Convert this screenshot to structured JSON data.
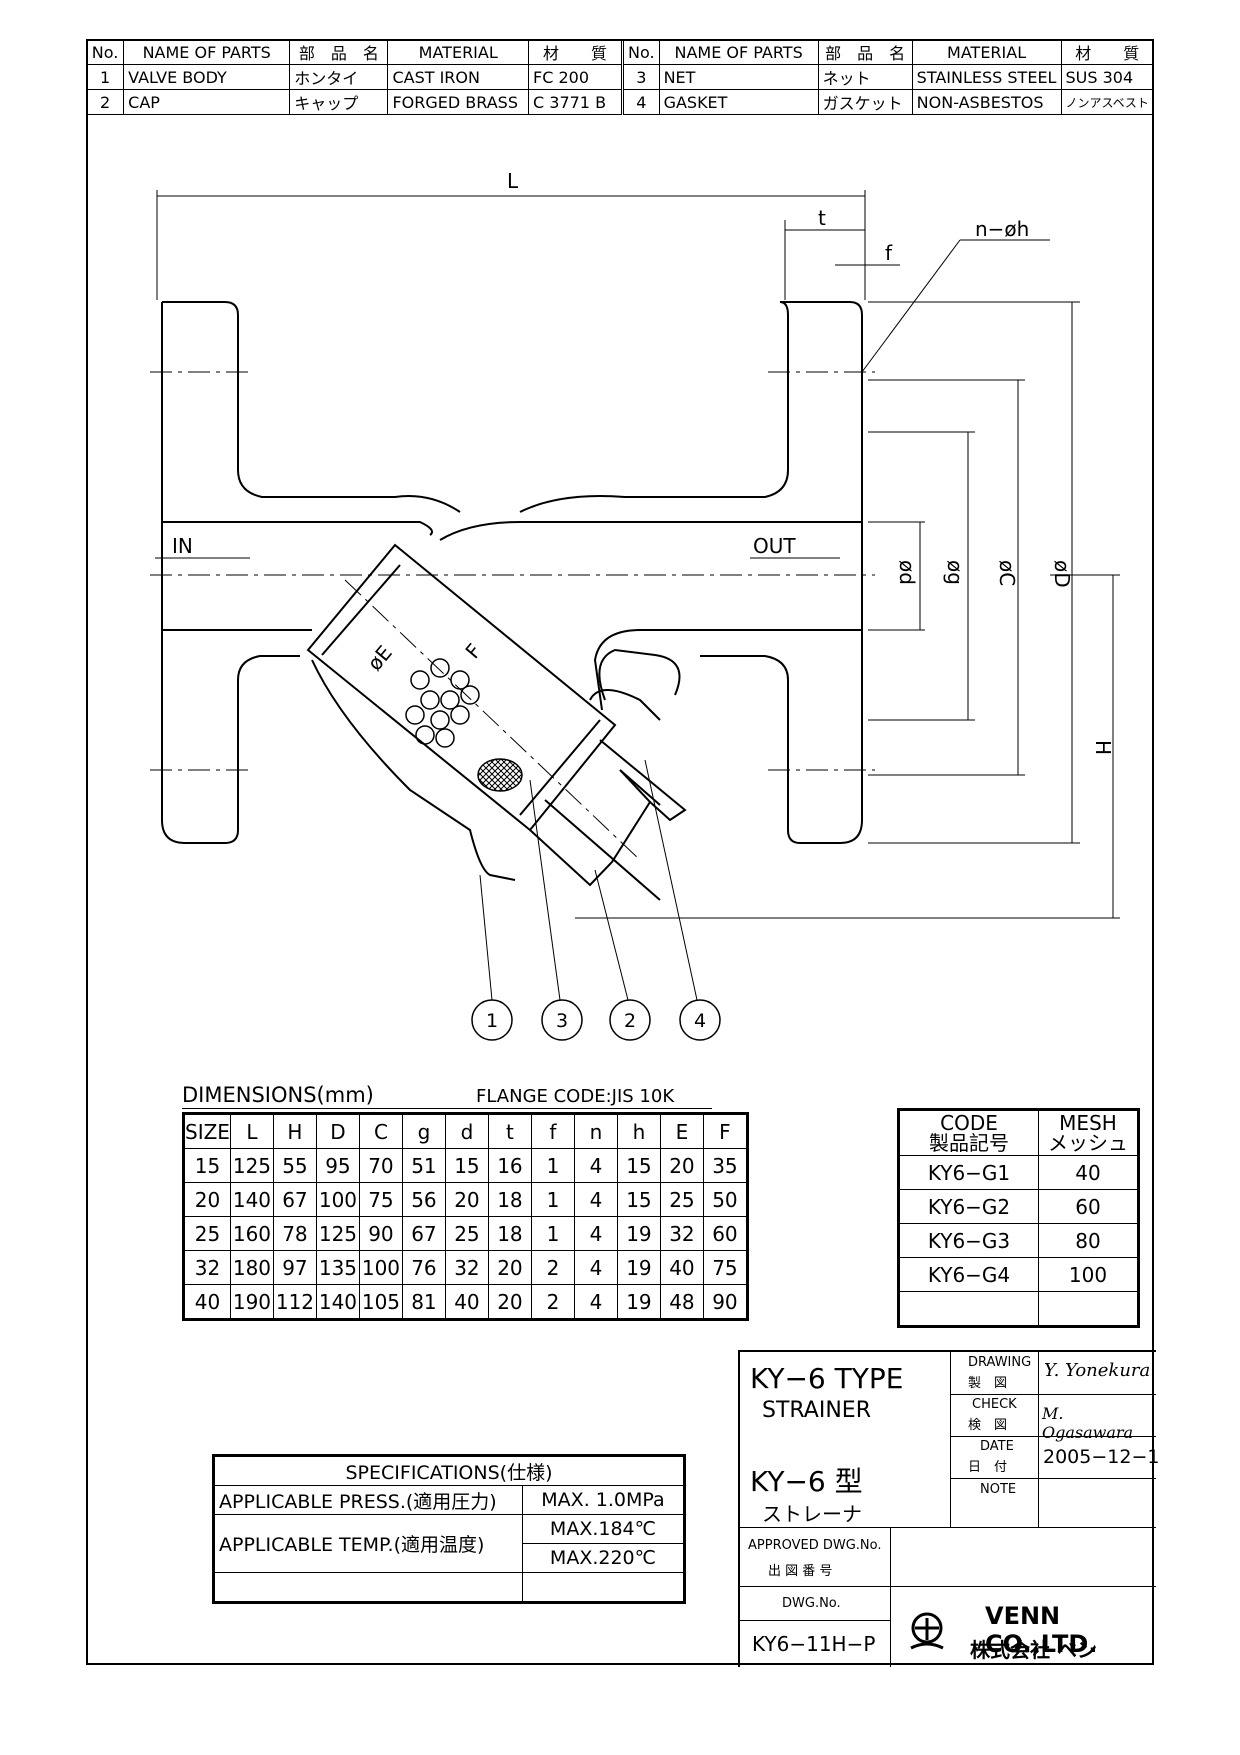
{
  "parts_header": {
    "no": "No.",
    "name": "NAME OF PARTS",
    "jp_name": "部　品　名",
    "material": "MATERIAL",
    "jp_material": "材　　質"
  },
  "parts": [
    {
      "no": "1",
      "name": "VALVE BODY",
      "jp_name": "ホンタイ",
      "material": "CAST IRON",
      "jp_material": "FC 200"
    },
    {
      "no": "2",
      "name": "CAP",
      "jp_name": "キャップ",
      "material": "FORGED BRASS",
      "jp_material": "C 3771 B"
    },
    {
      "no": "3",
      "name": "NET",
      "jp_name": "ネット",
      "material": "STAINLESS STEEL",
      "jp_material": "SUS 304"
    },
    {
      "no": "4",
      "name": "GASKET",
      "jp_name": "ガスケット",
      "material": "NON-ASBESTOS",
      "jp_material": "ノンアスベスト"
    }
  ],
  "drawing_labels": {
    "L": "L",
    "t": "t",
    "f": "f",
    "nh": "n−øh",
    "in": "IN",
    "out": "OUT",
    "d": "ød",
    "g": "øg",
    "C": "øC",
    "D": "øD",
    "H": "H",
    "E": "øE",
    "F": "F",
    "callouts": [
      "1",
      "3",
      "2",
      "4"
    ]
  },
  "dimensions": {
    "title": "DIMENSIONS(mm)",
    "flange_code": "FLANGE CODE:JIS 10K",
    "headers": [
      "SIZE",
      "L",
      "H",
      "D",
      "C",
      "g",
      "d",
      "t",
      "f",
      "n",
      "h",
      "E",
      "F"
    ],
    "rows": [
      [
        "15",
        "125",
        "55",
        "95",
        "70",
        "51",
        "15",
        "16",
        "1",
        "4",
        "15",
        "20",
        "35"
      ],
      [
        "20",
        "140",
        "67",
        "100",
        "75",
        "56",
        "20",
        "18",
        "1",
        "4",
        "15",
        "25",
        "50"
      ],
      [
        "25",
        "160",
        "78",
        "125",
        "90",
        "67",
        "25",
        "18",
        "1",
        "4",
        "19",
        "32",
        "60"
      ],
      [
        "32",
        "180",
        "97",
        "135",
        "100",
        "76",
        "32",
        "20",
        "2",
        "4",
        "19",
        "40",
        "75"
      ],
      [
        "40",
        "190",
        "112",
        "140",
        "105",
        "81",
        "40",
        "20",
        "2",
        "4",
        "19",
        "48",
        "90"
      ]
    ]
  },
  "codes": {
    "header_code": "CODE",
    "header_code_jp": "製品記号",
    "header_mesh": "MESH",
    "header_mesh_jp": "メッシュ",
    "rows": [
      [
        "KY6−G1",
        "40"
      ],
      [
        "KY6−G2",
        "60"
      ],
      [
        "KY6−G3",
        "80"
      ],
      [
        "KY6−G4",
        "100"
      ]
    ]
  },
  "specs": {
    "title": "SPECIFICATIONS(仕様)",
    "press_label": "APPLICABLE PRESS.(適用圧力)",
    "press_value": "MAX. 1.0MPa",
    "temp_label": "APPLICABLE TEMP.(適用温度)",
    "temp_value_1": "MAX.184℃",
    "temp_value_2": "MAX.220℃"
  },
  "title_block": {
    "title_en_1": "KY−6  TYPE",
    "title_en_2": "STRAINER",
    "title_jp_1": "KY−6  型",
    "title_jp_2": "ストレーナ",
    "drawing_label": "DRAWING",
    "drawing_label_jp": "製　図",
    "drawing_by": "Y. Yonekura",
    "check_label": "CHECK",
    "check_label_jp": "検　図",
    "check_by": "M. Ogasawara",
    "date_label": "DATE",
    "date_label_jp": "日　付",
    "date": "2005−12−1",
    "note_label": "NOTE",
    "approved_label": "APPROVED DWG.No.",
    "approved_label_jp": "出 図 番 号",
    "dwg_label": "DWG.No.",
    "dwg_no": "KY6−11H−P",
    "company": "VENN CO.,LTD.",
    "company_jp": "株式会社 ベン"
  }
}
